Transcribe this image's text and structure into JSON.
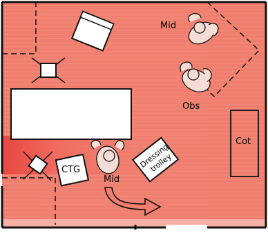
{
  "colors": {
    "floor": "#f07e6e",
    "floor_light": "#f7b0a5",
    "highlight": "#e8403a",
    "wall": "#111111",
    "person_fill": "#f6dcd6"
  },
  "labels": {
    "mid_top": "Mid",
    "obs": "Obs",
    "cot": "Cot",
    "ctg": "CTG",
    "dressing_line1": "Dressing",
    "dressing_line2": "trolley",
    "mid_bottom": "Mid"
  },
  "icons": {
    "lamp_top": "ceiling-lamp-icon",
    "lamp_left": "ceiling-lamp-icon",
    "arrow": "curved-arrow-icon"
  }
}
